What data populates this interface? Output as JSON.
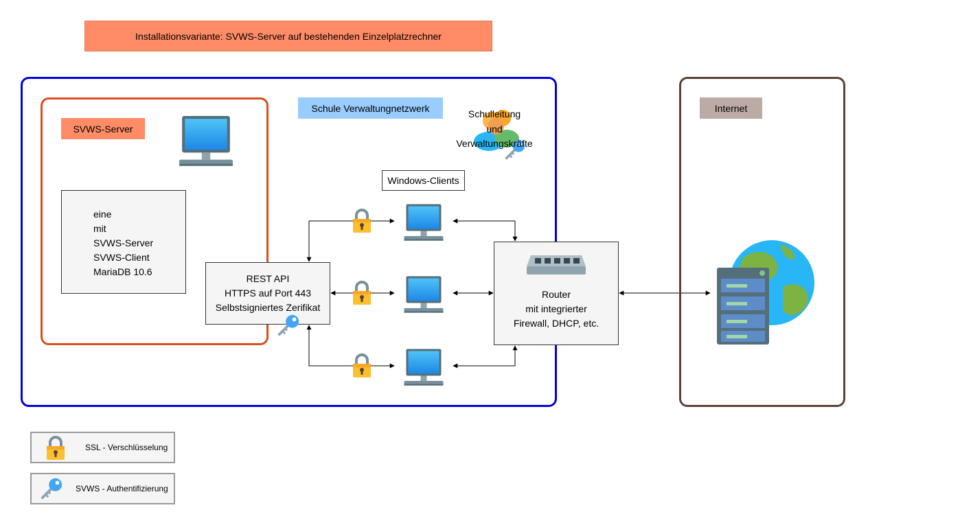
{
  "title": "Installationsvariante: SVWS-Server auf bestehenden Einzelplatzrechner",
  "network": {
    "label": "Schule Verwaltungnetzwerk"
  },
  "server": {
    "label": "SVWS-Server",
    "components": [
      "eine",
      "mit",
      "SVWS-Server",
      "SVWS-Client",
      "MariaDB 10.6"
    ]
  },
  "rest_api": {
    "lines": [
      "REST API",
      "HTTPS auf Port 443",
      "Selbstsigniertes Zerifikat"
    ]
  },
  "clients": {
    "label": "Windows-Clients"
  },
  "staff": {
    "lines": [
      "Schulleitung",
      "und",
      "Verwaltungskräfte"
    ]
  },
  "router": {
    "lines": [
      "Router",
      "mit integrierter",
      "Firewall, DHCP, etc."
    ]
  },
  "internet": {
    "label": "Internet"
  },
  "legend": {
    "ssl": "SSL - Verschlüsselung",
    "auth": "SVWS - Authentifizierung"
  },
  "colors": {
    "title_bg": "#ff8c66",
    "network_border": "#0000dd",
    "server_border": "#d94f1e",
    "internet_border": "#5b4035",
    "network_label_bg": "#99ccff",
    "internet_label_bg": "#bcaaa4"
  },
  "icons": [
    "desktop-monitor-icon",
    "lock-icon",
    "key-icon",
    "users-icon",
    "router-icon",
    "globe-server-icon"
  ]
}
